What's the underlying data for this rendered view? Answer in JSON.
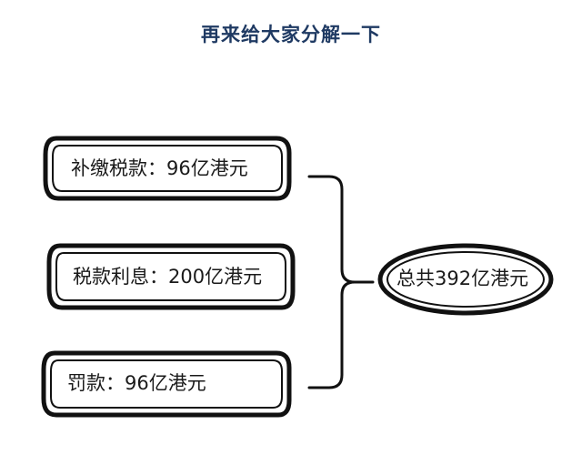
{
  "title": "再来给大家分解一下",
  "items": [
    {
      "label": "补缴税款：96亿港元"
    },
    {
      "label": "税款利息：200亿港元"
    },
    {
      "label": "罚款：96亿港元"
    }
  ],
  "total": {
    "label": "总共392亿港元"
  }
}
